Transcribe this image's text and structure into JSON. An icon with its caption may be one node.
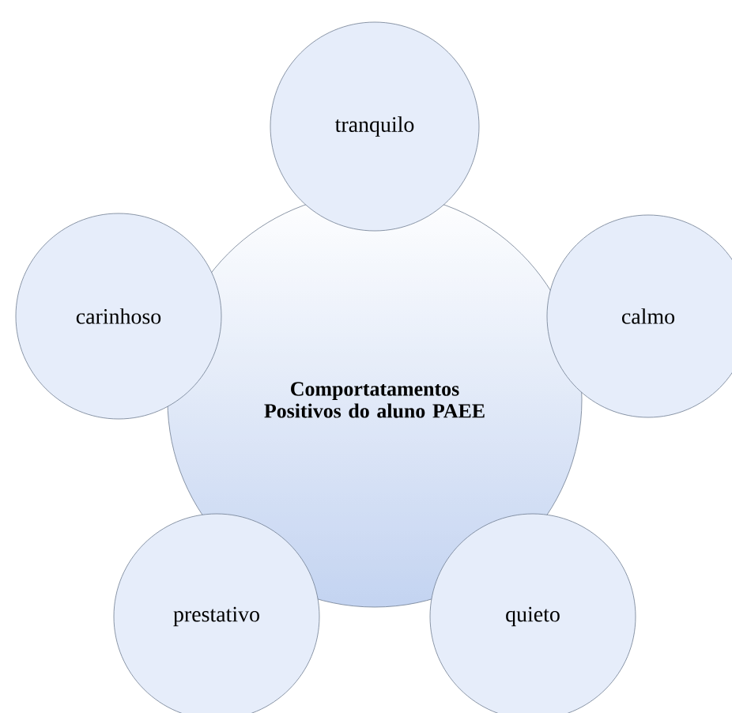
{
  "diagram": {
    "nodes": [
      {
        "text": [
          "Comportatamentos Positivos do aluno PAEE"
        ]
      },
      {
        "text": [
          "tranquilo"
        ]
      },
      {
        "text": [
          "carinhoso"
        ]
      },
      {
        "text": [
          "calmo"
        ]
      },
      {
        "text": [
          "prestativo"
        ]
      },
      {
        "text": [
          "quieto"
        ]
      }
    ]
  }
}
